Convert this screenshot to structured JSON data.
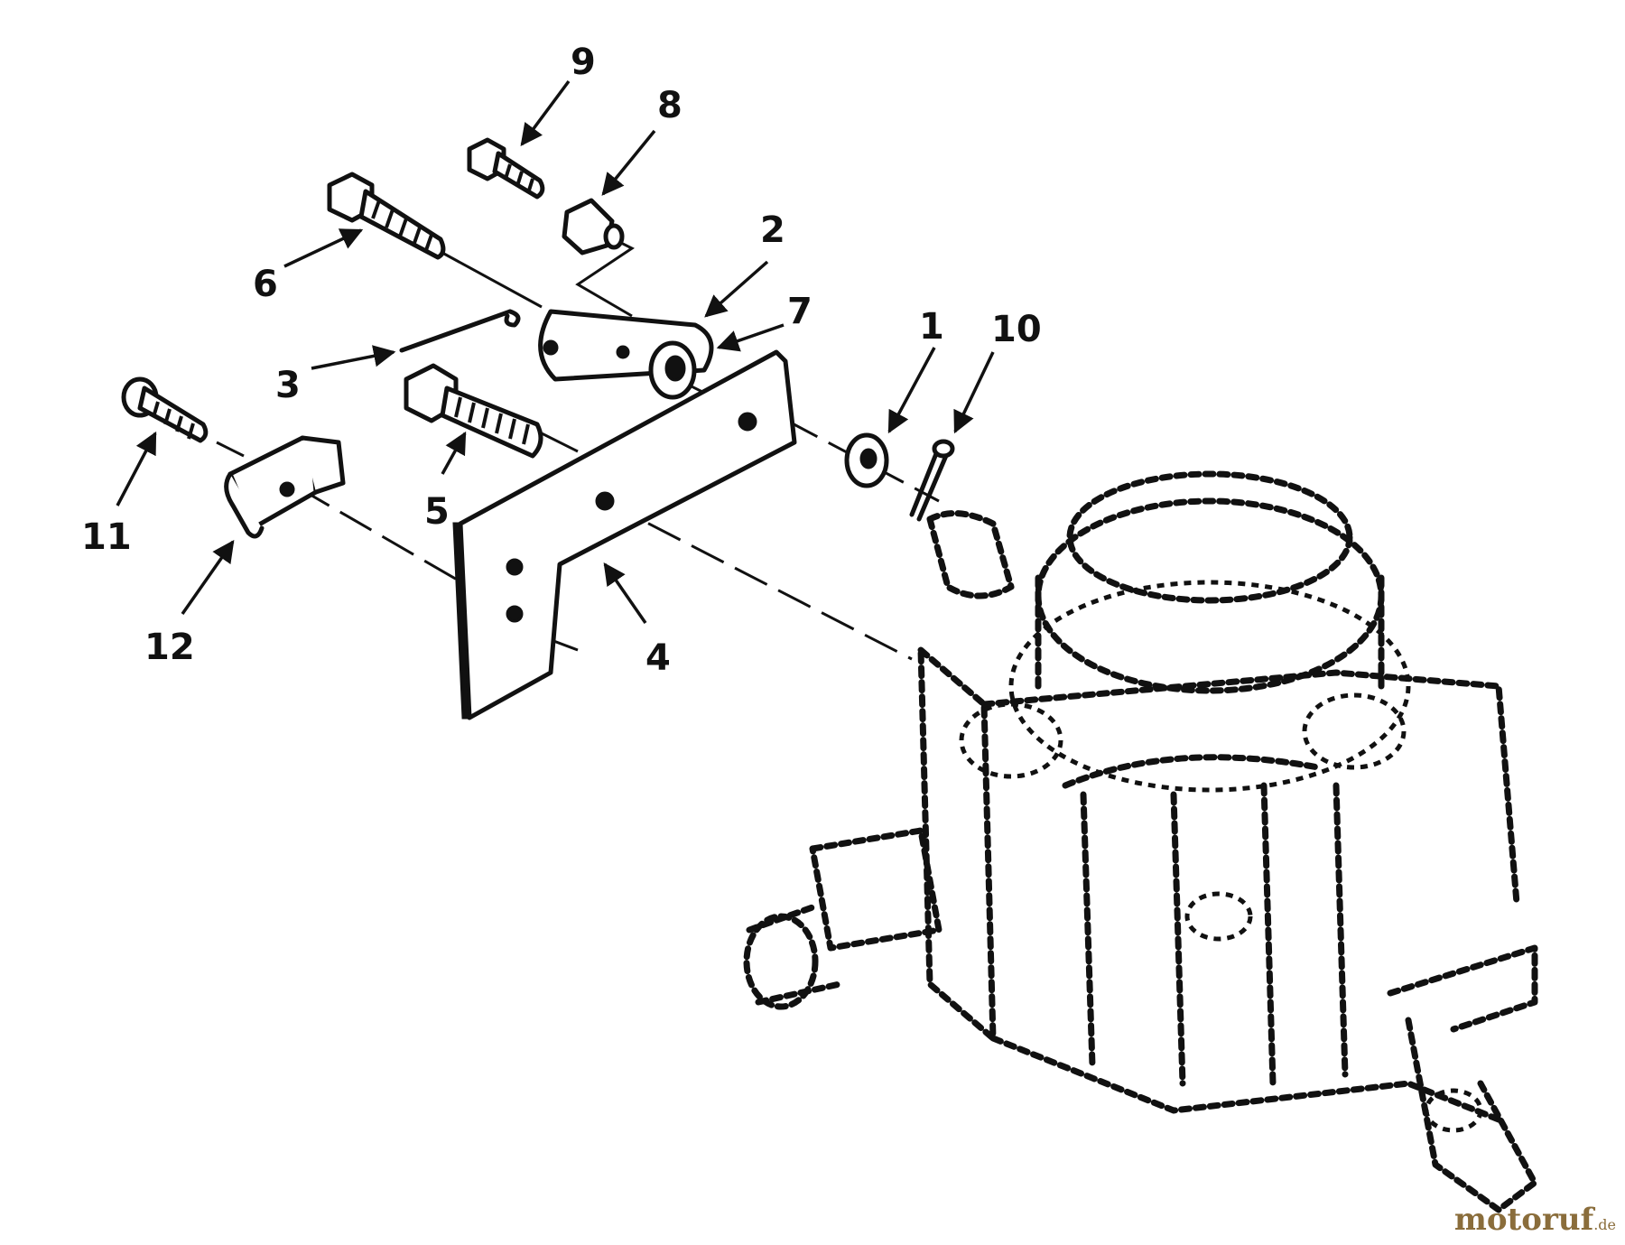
{
  "diagram": {
    "callouts": [
      {
        "id": "1",
        "text": "1"
      },
      {
        "id": "2",
        "text": "2"
      },
      {
        "id": "3",
        "text": "3"
      },
      {
        "id": "4",
        "text": "4"
      },
      {
        "id": "5",
        "text": "5"
      },
      {
        "id": "6",
        "text": "6"
      },
      {
        "id": "7",
        "text": "7"
      },
      {
        "id": "8",
        "text": "8"
      },
      {
        "id": "9",
        "text": "9"
      },
      {
        "id": "10",
        "text": "10"
      },
      {
        "id": "11",
        "text": "11"
      },
      {
        "id": "12",
        "text": "12"
      }
    ],
    "line_color": "#111111",
    "background": "#ffffff"
  },
  "watermark": {
    "brand": "motoruf",
    "suffix": ".de",
    "color": "#8a6d3b"
  }
}
